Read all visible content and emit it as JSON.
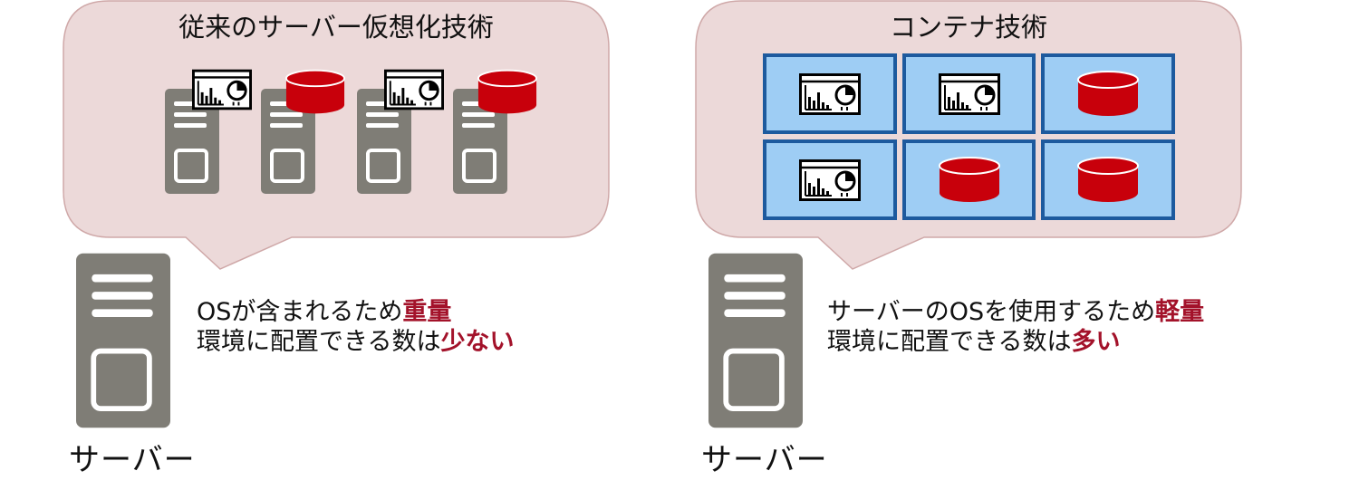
{
  "colors": {
    "bubble_fill": "#ecd9d9",
    "bubble_stroke": "#cfa8a8",
    "tower_gray": "#7f7d76",
    "db_red": "#c8000b",
    "container_fill": "#9ecdf4",
    "container_border": "#1d5a9e",
    "highlight": "#a3122a"
  },
  "left": {
    "title": "従来のサーバー仮想化技術",
    "vms": [
      {
        "icon": "chart-window-icon"
      },
      {
        "icon": "database-icon"
      },
      {
        "icon": "chart-window-icon"
      },
      {
        "icon": "database-icon"
      }
    ],
    "server_label": "サーバー",
    "desc_line1_plain": "OSが含まれるため",
    "desc_line1_hl": "重量",
    "desc_line2_plain": "環境に配置できる数は",
    "desc_line2_hl": "少ない"
  },
  "right": {
    "title": "コンテナ技術",
    "containers": [
      {
        "icon": "chart-window-icon"
      },
      {
        "icon": "chart-window-icon"
      },
      {
        "icon": "database-icon"
      },
      {
        "icon": "chart-window-icon"
      },
      {
        "icon": "database-icon"
      },
      {
        "icon": "database-icon"
      }
    ],
    "server_label": "サーバー",
    "desc_line1_plain": "サーバーのOSを使用するため",
    "desc_line1_hl": "軽量",
    "desc_line2_plain": "環境に配置できる数は",
    "desc_line2_hl": "多い"
  }
}
